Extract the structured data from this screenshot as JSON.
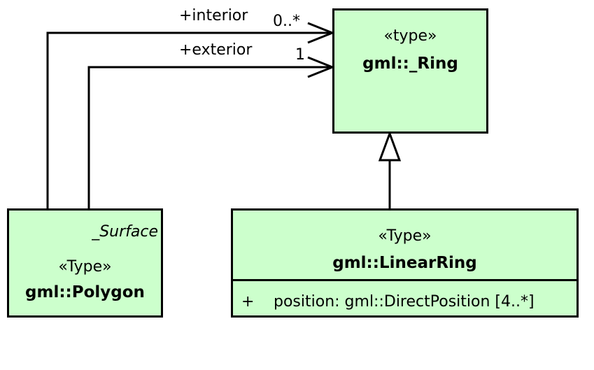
{
  "classes": {
    "ring": {
      "stereotype": "«type»",
      "name": "gml::_Ring"
    },
    "polygon": {
      "parent_name": "_Surface",
      "stereotype": "«Type»",
      "name": "gml::Polygon"
    },
    "linear_ring": {
      "stereotype": "«Type»",
      "name": "gml::LinearRing",
      "attributes": [
        {
          "visibility": "+",
          "text": "position: gml::DirectPosition [4..*]"
        }
      ]
    }
  },
  "associations": {
    "interior": {
      "role": "+interior",
      "multiplicity": "0..*"
    },
    "exterior": {
      "role": "+exterior",
      "multiplicity": "1"
    }
  },
  "colors": {
    "class_fill": "#ccffcc",
    "line": "#000000"
  }
}
